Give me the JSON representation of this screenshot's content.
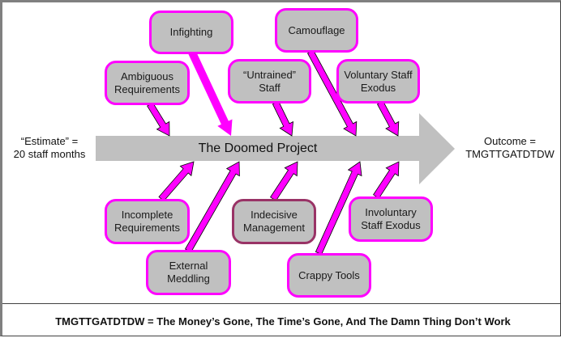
{
  "diagram": {
    "title": "The Doomed Project",
    "input_label": [
      "“Estimate” =",
      "20 staff months"
    ],
    "output_label": [
      "Outcome =",
      "TMGTTGATDTDW"
    ],
    "colors": {
      "spine": "#c0c0c0",
      "cause_fill": "#c0c0c0",
      "cause_border": "#ff00ff",
      "cause_border_alt": "#993366",
      "arrow": "#ff00ff"
    },
    "causes_top": [
      {
        "id": "infighting",
        "label": "Infighting"
      },
      {
        "id": "ambiguous-requirements",
        "label": "Ambiguous Requirements"
      },
      {
        "id": "untrained-staff",
        "label": "“Untrained” Staff"
      },
      {
        "id": "camouflage",
        "label": "Camouflage"
      },
      {
        "id": "voluntary-staff-exodus",
        "label": "Voluntary Staff Exodus"
      }
    ],
    "causes_bottom": [
      {
        "id": "incomplete-requirements",
        "label": "Incomplete Requirements"
      },
      {
        "id": "external-meddling",
        "label": "External Meddling"
      },
      {
        "id": "indecisive-management",
        "label": "Indecisive Management"
      },
      {
        "id": "crappy-tools",
        "label": "Crappy Tools"
      },
      {
        "id": "involuntary-staff-exodus",
        "label": "Involuntary Staff Exodus"
      }
    ]
  },
  "footer": {
    "text": "TMGTTGATDTDW = The Money’s Gone, The Time’s Gone, And The Damn Thing Don’t Work"
  }
}
